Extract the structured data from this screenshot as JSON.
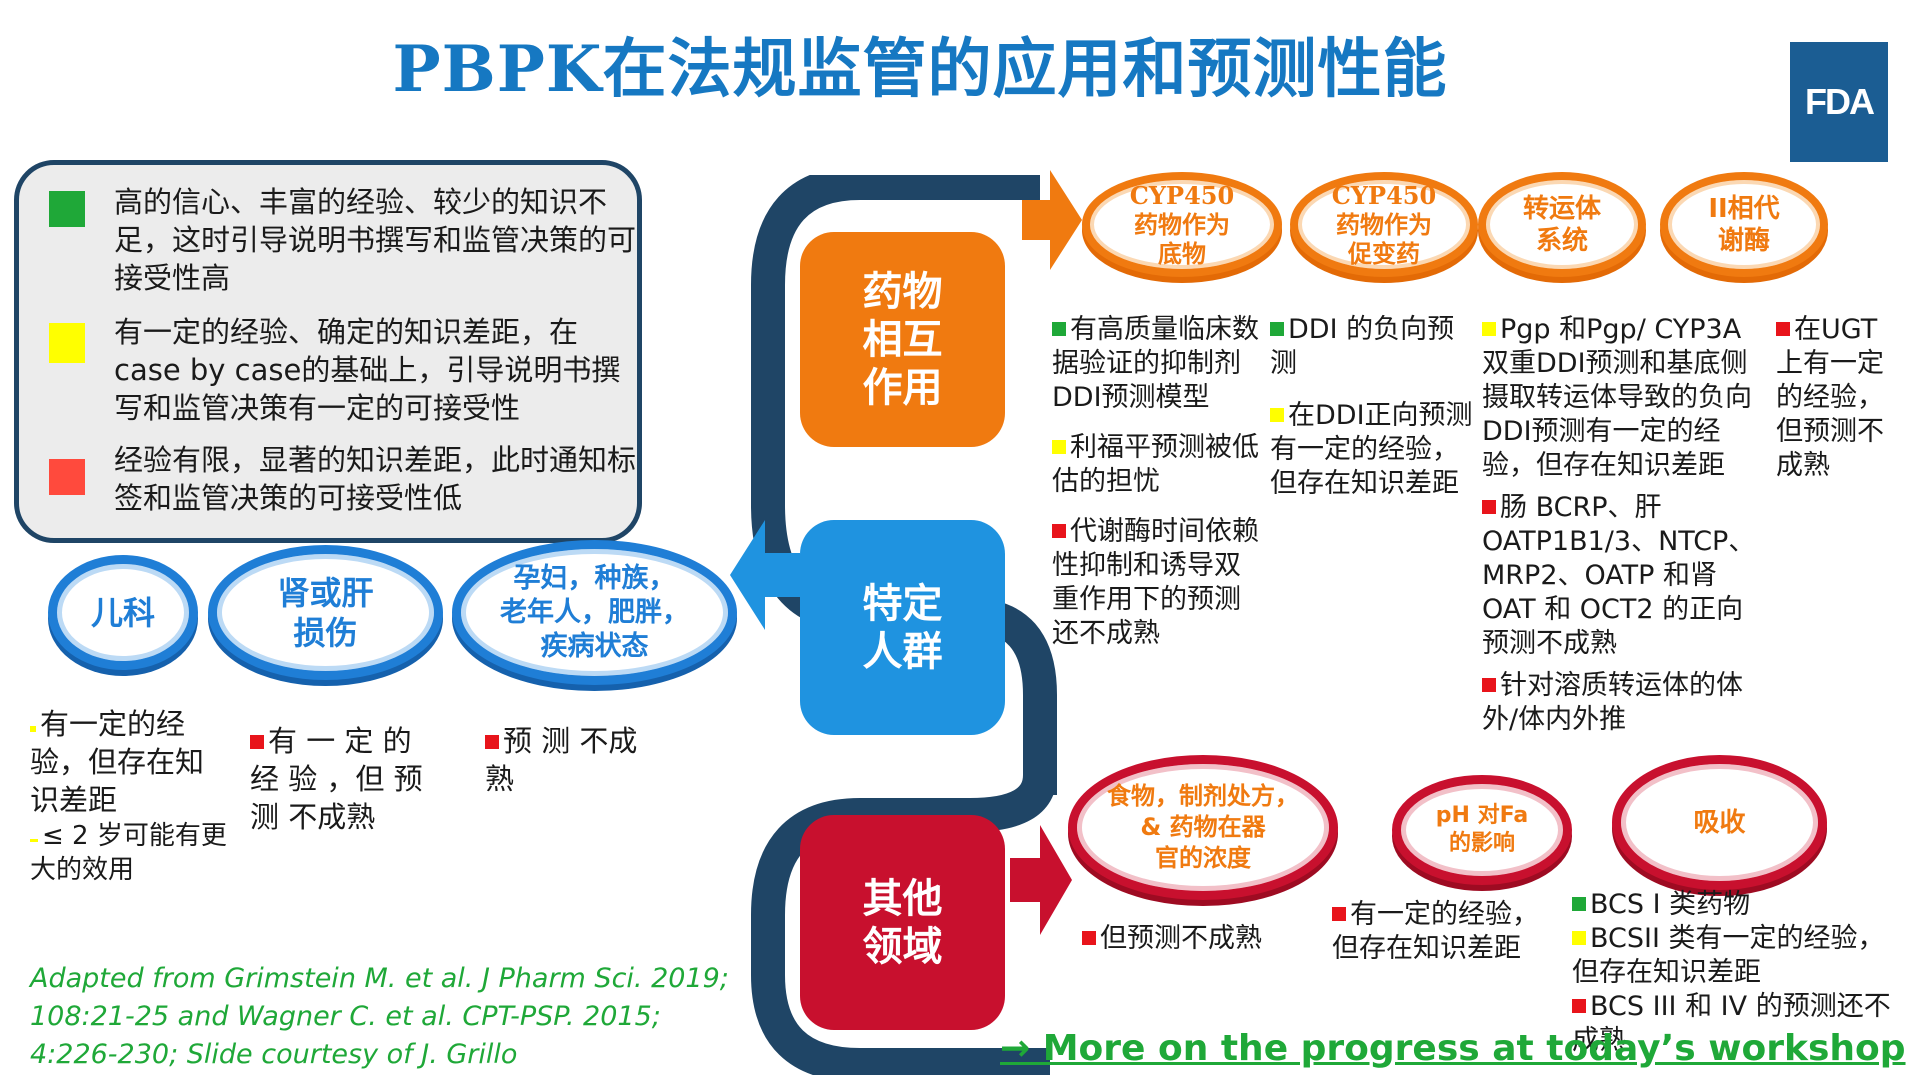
{
  "title": "PBPK在法规监管的应用和预测性能",
  "logo": "FDA",
  "colors": {
    "title": "#1678c2",
    "ddi_hub": "#f07a10",
    "special_hub": "#1f93e0",
    "other_hub": "#c8102e",
    "green": "#1fa838",
    "yellow": "#ffff00",
    "red": "#e8141b"
  },
  "legend": [
    {
      "color": "green",
      "text": "高的信心、丰富的经验、较少的知识不足，这时引导说明书撰写和监管决策的可接受性高"
    },
    {
      "color": "yellow",
      "text": "有一定的经验、确定的知识差距，在case by case的基础上，引导说明书撰写和监管决策有一定的可接受性"
    },
    {
      "color": "red",
      "text": "经验有限，显著的知识差距，此时通知标签和监管决策的可接受性低"
    }
  ],
  "hubs": {
    "ddi": "药物\n相互\n作用",
    "special": "特定\n人群",
    "other": "其他\n领域"
  },
  "ddi_rings": [
    {
      "label": "CYP450\n药物作为\n底物"
    },
    {
      "label": "CYP450\n药物作为\n促变药"
    },
    {
      "label": "转运体\n系统"
    },
    {
      "label": "II相代\n谢酶"
    }
  ],
  "ddi_notes": {
    "col1": [
      {
        "color": "g",
        "text": "有高质量临床数据验证的抑制剂DDI预测模型"
      },
      {
        "color": "y",
        "text": "利福平预测被低估的担忧"
      },
      {
        "color": "r",
        "text": "代谢酶时间依赖性抑制和诱导双重作用下的预测还不成熟"
      }
    ],
    "col2": [
      {
        "color": "g",
        "text": "DDI 的负向预测"
      },
      {
        "color": "y",
        "text": "在DDI正向预测有一定的经验，但存在知识差距"
      }
    ],
    "col3": [
      {
        "color": "y",
        "text": "Pgp 和Pgp/ CYP3A双重DDI预测和基底侧摄取转运体导致的负向DDI预测有一定的经验，但存在知识差距"
      },
      {
        "color": "r",
        "text": "肠 BCRP、肝OATP1B1/3、NTCP、MRP2、OATP 和肾OAT 和 OCT2 的正向预测不成熟"
      },
      {
        "color": "r",
        "text": "针对溶质转运体的体外/体内外推"
      }
    ],
    "col4": [
      {
        "color": "r",
        "text": "在UGT上有一定的经验，但预测不成熟"
      }
    ]
  },
  "special_rings": [
    {
      "label": "儿科"
    },
    {
      "label": "肾或肝\n损伤"
    },
    {
      "label": "孕妇，种族，\n老年人，肥胖，\n疾病状态"
    }
  ],
  "special_notes": {
    "col1": "有一定的经验，但存在知识差距",
    "col1_sub": "≤ 2 岁可能有更大的效用",
    "col2": "有 一 定 的 经 验 ，但 预 测 不成熟",
    "col3": "预 测 不成熟"
  },
  "other_rings": [
    {
      "label": "食物，制剂处方，\n& 药物在器\n官的浓度"
    },
    {
      "label": "pH 对Fa\n的影响"
    },
    {
      "label": "吸收"
    }
  ],
  "other_notes": {
    "col1": "但预测不成熟",
    "col2": "有一定的经验，但存在知识差距",
    "col3": [
      {
        "color": "g",
        "text": "BCS I 类药物"
      },
      {
        "color": "y",
        "text": "BCSII 类有一定的经验，但存在知识差距"
      },
      {
        "color": "r",
        "text": "BCS III 和 IV 的预测还不成熟"
      }
    ]
  },
  "citation": "Adapted from Grimstein M. et al. J Pharm Sci. 2019; 108:21-25 and Wagner C. et al. CPT-PSP. 2015; 4:226-230;  Slide courtesy of J. Grillo",
  "more_link": "→ More on the progress at today’s workshop"
}
